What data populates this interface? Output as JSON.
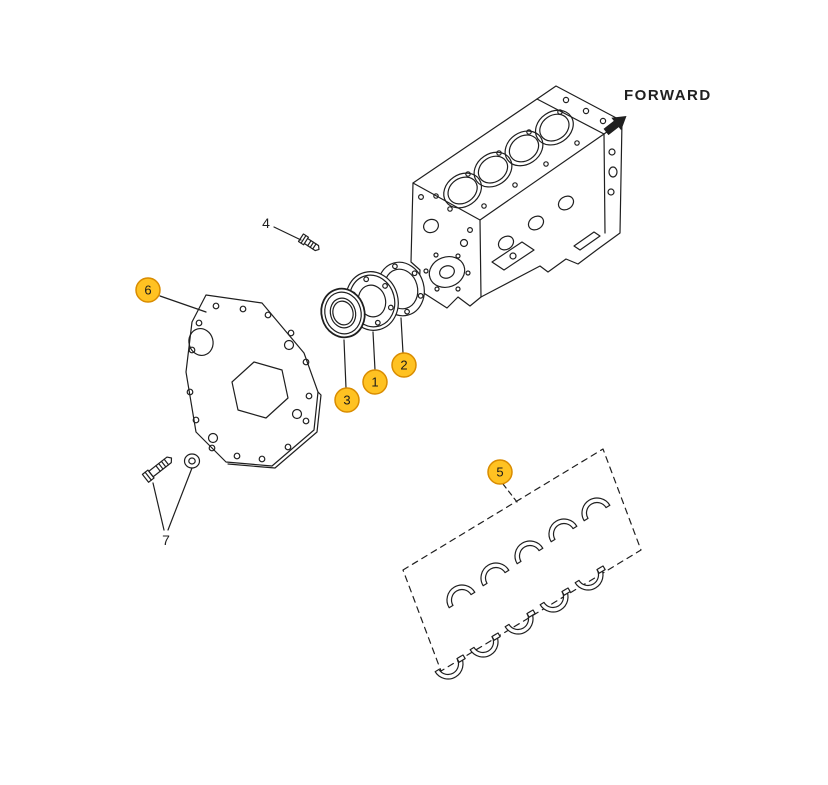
{
  "diagram": {
    "forward_label": "FORWARD"
  },
  "callouts": {
    "c1": {
      "label": "1",
      "style": "circled"
    },
    "c2": {
      "label": "2",
      "style": "circled"
    },
    "c3": {
      "label": "3",
      "style": "circled"
    },
    "c4": {
      "label": "4",
      "style": "plain"
    },
    "c5": {
      "label": "5",
      "style": "circled"
    },
    "c6": {
      "label": "6",
      "style": "circled"
    },
    "c7": {
      "label": "7",
      "style": "plain"
    }
  },
  "colors": {
    "background": "#ffffff",
    "line": "#1f1f1f",
    "callout_fill": "#ffc222",
    "callout_stroke": "#d98c00",
    "callout_text": "#1a1a1a"
  }
}
